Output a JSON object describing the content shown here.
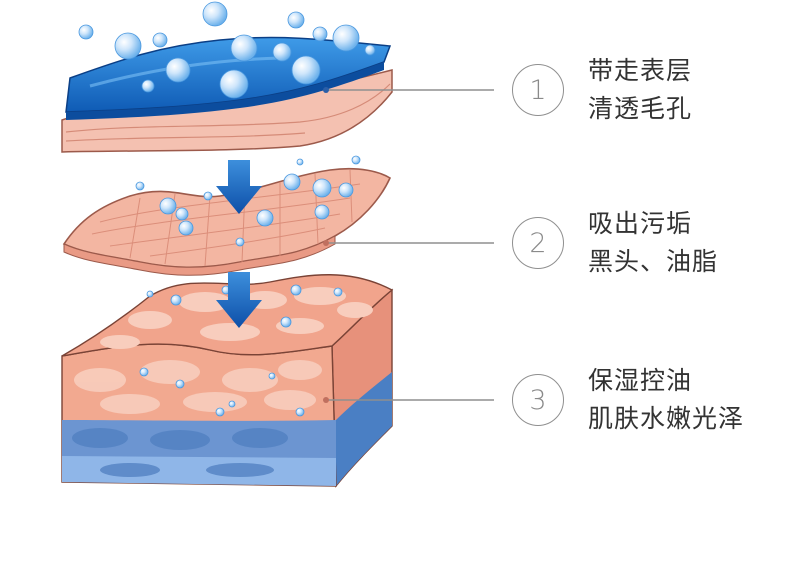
{
  "steps": [
    {
      "number": "1",
      "line1": "带走表层",
      "line2": "清透毛孔"
    },
    {
      "number": "2",
      "line1": "吸出污垢",
      "line2": "黑头、油脂"
    },
    {
      "number": "3",
      "line1": "保湿控油",
      "line2": "肌肤水嫩光泽"
    }
  ],
  "colors": {
    "water_blue": "#1f74c9",
    "skin_pink": "#f2b3a0",
    "arrow_blue": "#1565c0",
    "leader_line": "#8f8f8f",
    "text": "#333333"
  }
}
